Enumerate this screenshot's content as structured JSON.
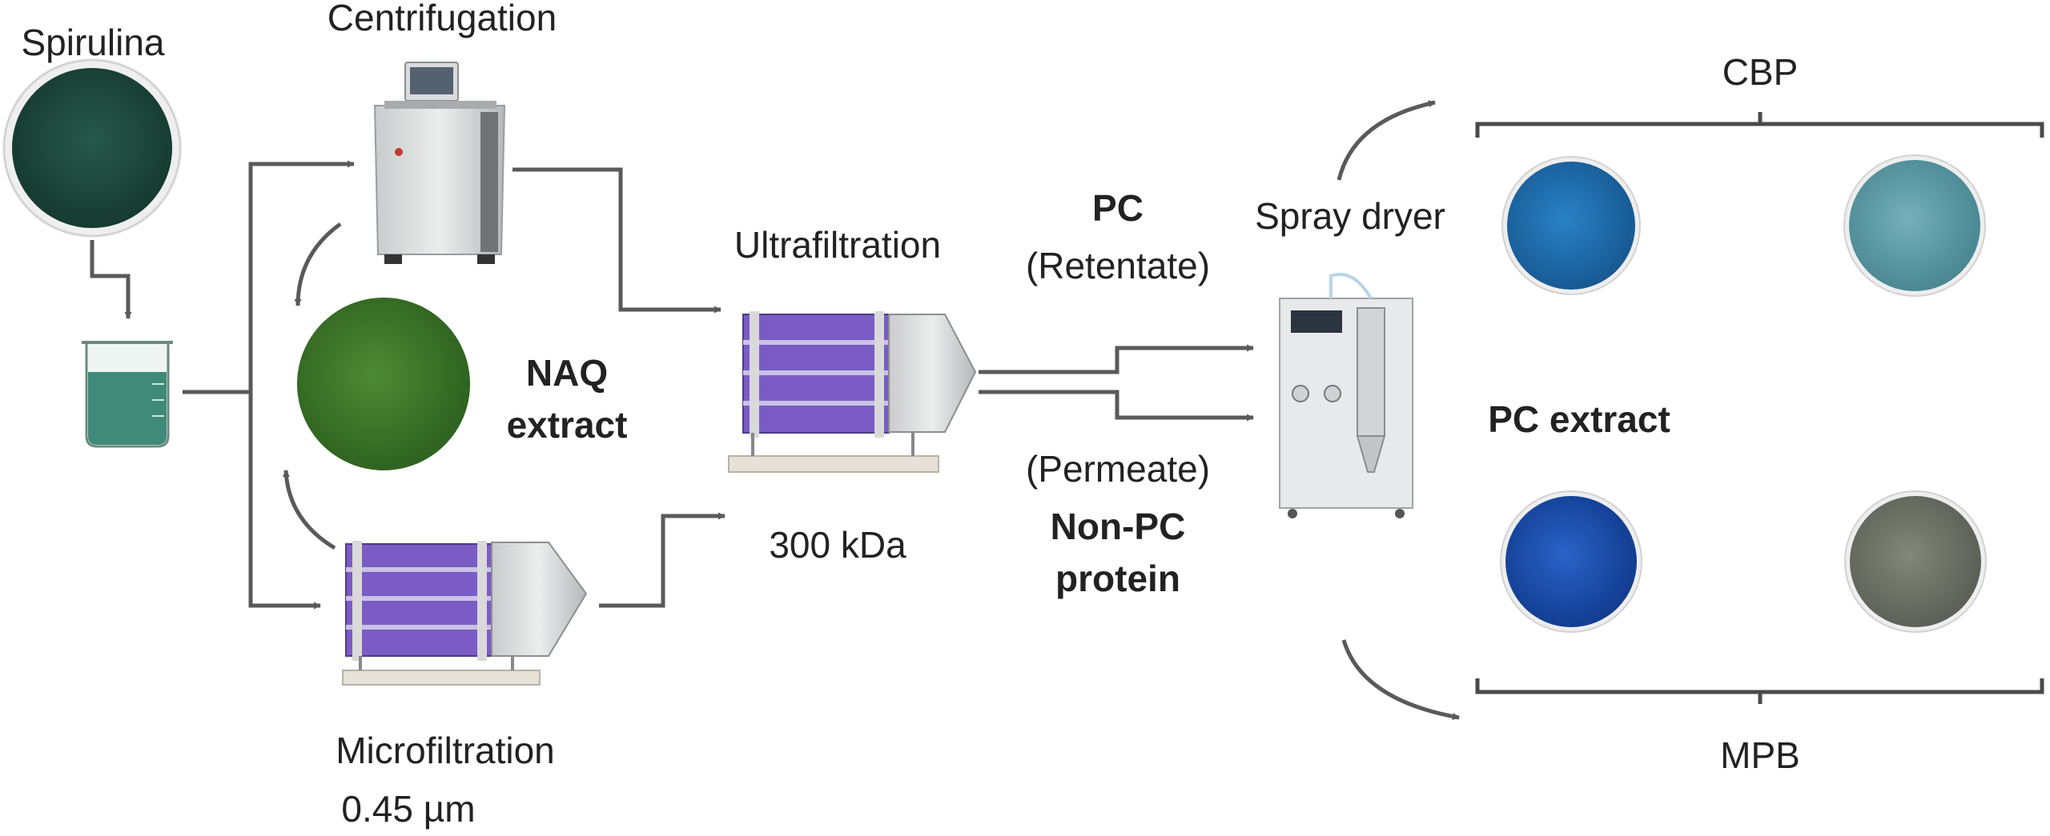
{
  "labels": {
    "spirulina": "Spirulina",
    "centrifugation": "Centrifugation",
    "microfiltration": "Microfiltration",
    "microfiltration_size": "0.45 µm",
    "ultrafiltration": "Ultrafiltration",
    "ultrafiltration_size": "300 kDa",
    "naq_line1": "NAQ",
    "naq_line2": "extract",
    "pc": "PC",
    "retentate": "(Retentate)",
    "permeate": "(Permeate)",
    "non_pc_line1": "Non-PC",
    "non_pc_line2": "protein",
    "spray_dryer": "Spray dryer",
    "cbp": "CBP",
    "mpb": "MPB",
    "pc_extract": "PC extract"
  },
  "colors": {
    "arrow": "#5a5a5a",
    "spirulina_powder": "#1e4a3c",
    "naq_powder": "#3f7a2a",
    "cbp_powder_1": "#1f6fb0",
    "cbp_powder_2": "#5b9aa6",
    "mpb_powder_1": "#1a4fb0",
    "mpb_powder_2": "#6e7268",
    "filter_purple": "#7a5cc4",
    "beaker_liquid": "#3f8a78"
  },
  "icons": [
    "spirulina-powder-dish",
    "beaker-icon",
    "centrifuge-icon",
    "naq-powder-dish",
    "microfiltration-unit-icon",
    "ultrafiltration-unit-icon",
    "spray-dryer-icon",
    "cbp-powder-dish",
    "mpb-powder-dish"
  ]
}
